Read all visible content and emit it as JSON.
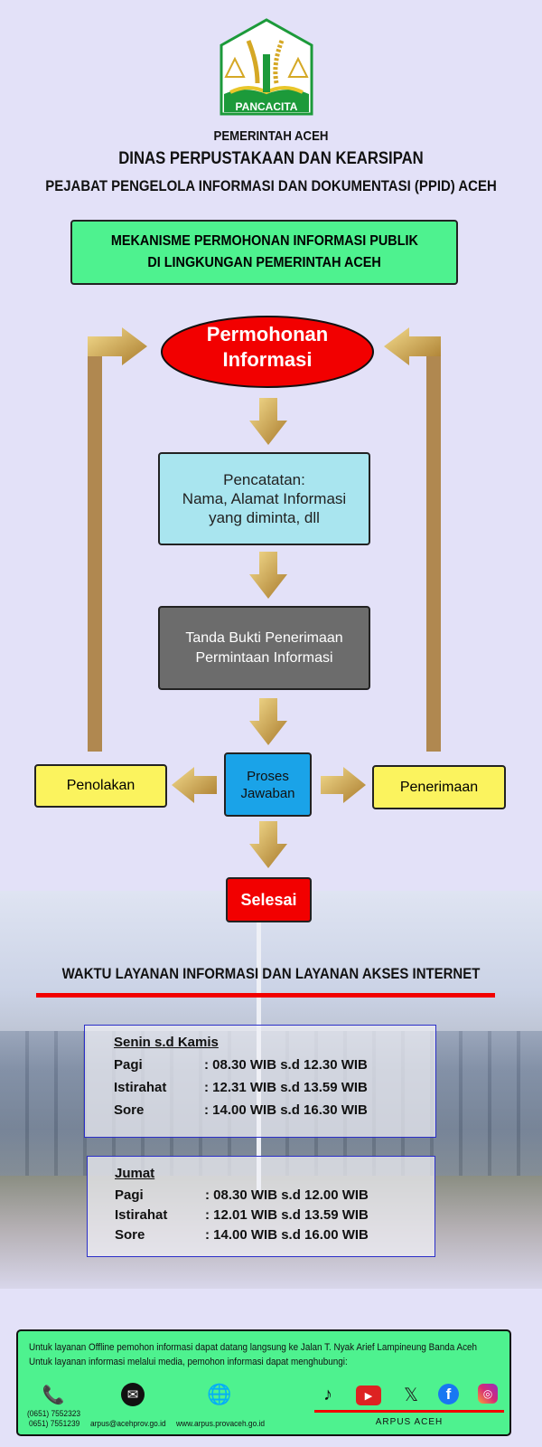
{
  "header": {
    "logo_text": "PANCACITA",
    "line1": "PEMERINTAH ACEH",
    "line2": "DINAS PERPUSTAKAAN DAN KEARSIPAN",
    "line3": "PEJABAT PENGELOLA INFORMASI DAN DOKUMENTASI (PPID) ACEH"
  },
  "title_box": {
    "line1": "MEKANISME PERMOHONAN INFORMASI PUBLIK",
    "line2": "DI LINGKUNGAN PEMERINTAH ACEH"
  },
  "flow": {
    "start": {
      "line1": "Permohonan",
      "line2": "Informasi"
    },
    "step1": {
      "line1": "Pencatatan:",
      "line2": "Nama, Alamat Informasi",
      "line3": "yang diminta, dll"
    },
    "step2": {
      "line1": "Tanda Bukti Penerimaan",
      "line2": "Permintaan Informasi"
    },
    "step3": {
      "line1": "Proses",
      "line2": "Jawaban"
    },
    "reject": "Penolakan",
    "accept": "Penerimaan",
    "end": "Selesai"
  },
  "service_title": "WAKTU LAYANAN INFORMASI DAN LAYANAN AKSES INTERNET",
  "schedules": [
    {
      "day": "Senin s.d Kamis",
      "rows": [
        {
          "label": "Pagi",
          "time": ": 08.30 WIB s.d 12.30 WIB"
        },
        {
          "label": "Istirahat",
          "time": ": 12.31 WIB s.d 13.59 WIB"
        },
        {
          "label": "Sore",
          "time": ": 14.00 WIB s.d 16.30 WIB"
        }
      ]
    },
    {
      "day": "Jumat",
      "rows": [
        {
          "label": "Pagi",
          "time": ": 08.30 WIB s.d 12.00 WIB"
        },
        {
          "label": "Istirahat",
          "time": ": 12.01 WIB s.d 13.59 WIB"
        },
        {
          "label": "Sore",
          "time": ": 14.00 WIB s.d 16.00 WIB"
        }
      ]
    }
  ],
  "footer": {
    "line1": "Untuk layanan Offline pemohon informasi dapat datang langsung ke Jalan T. Nyak Arief Lampineung Banda Aceh",
    "line2": "Untuk layanan informasi melalui media, pemohon informasi dapat menghubungi:",
    "phone1": "(0651) 7552323",
    "phone2": "0651) 7551239",
    "email": "arpus@acehprov.go.id",
    "website": "www.arpus.provaceh.go.id",
    "social_handle": "ARPUS ACEH"
  }
}
